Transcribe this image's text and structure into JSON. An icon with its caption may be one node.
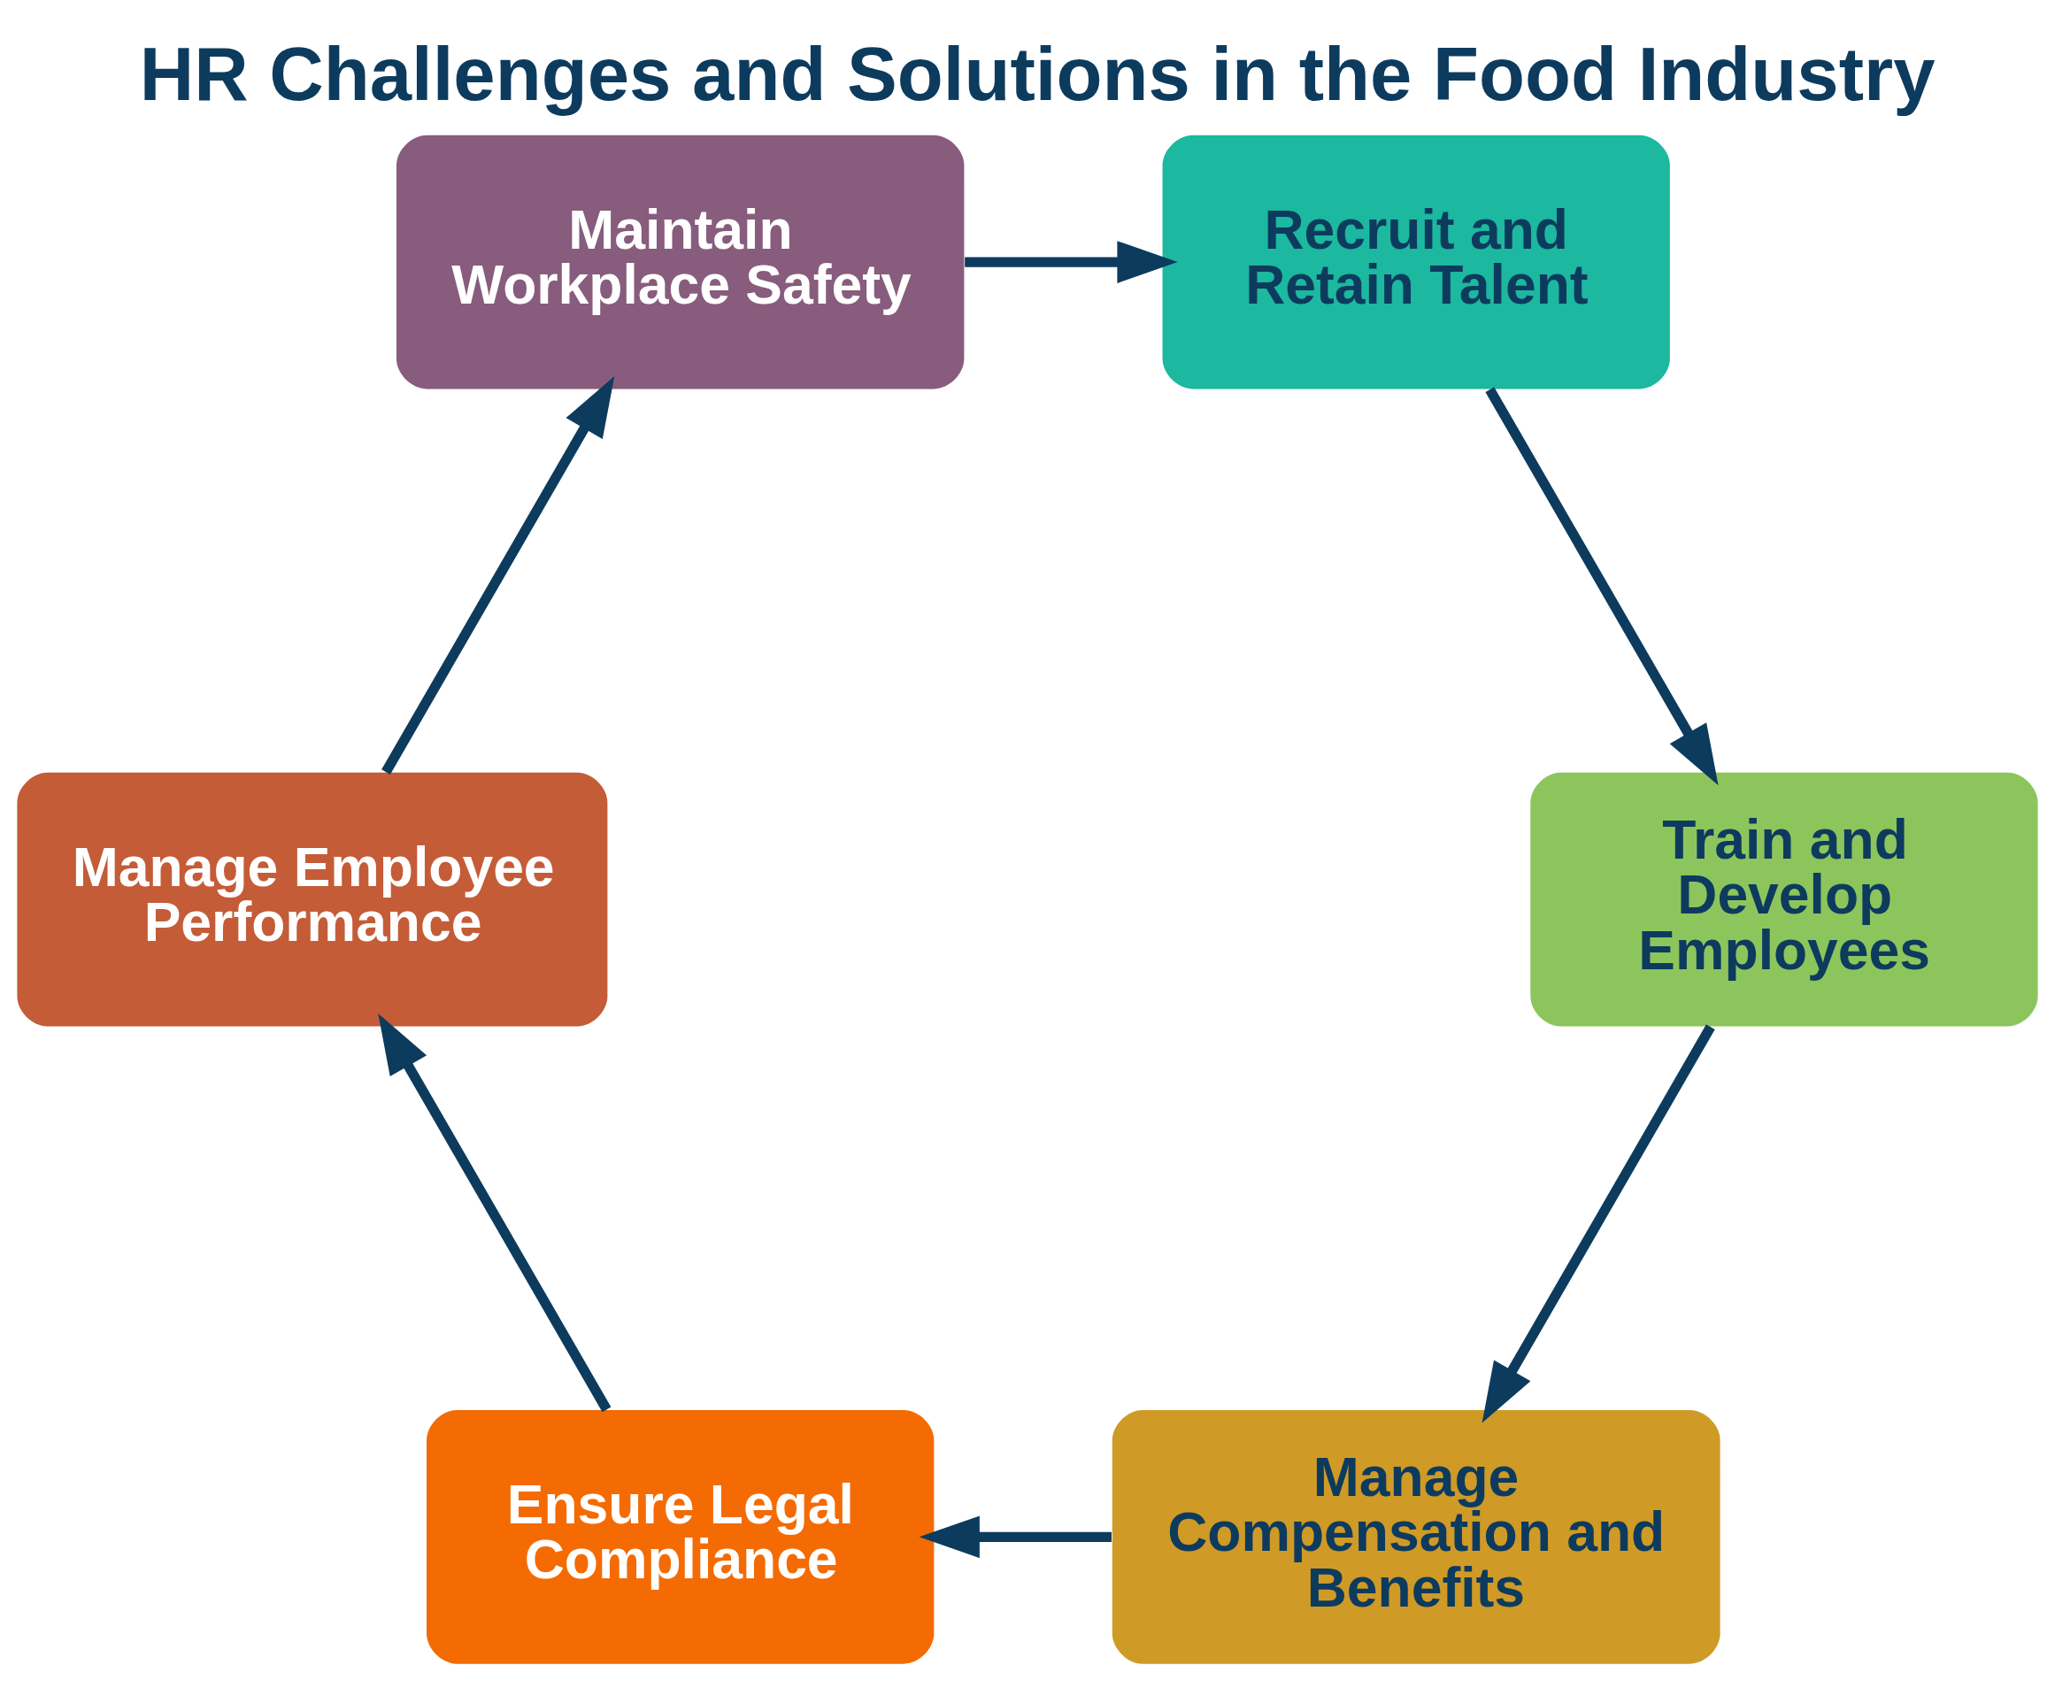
{
  "diagram": {
    "title": "HR Challenges and Solutions in the Food Industry",
    "nodes": [
      {
        "text": [
          "Maintain Workplace Safety"
        ]
      },
      {
        "text": [
          "Recruit and Retain Talent"
        ]
      },
      {
        "text": [
          "Manage Employee Performance"
        ]
      },
      {
        "text": [
          "Train and Develop Employees"
        ]
      },
      {
        "text": [
          "Ensure Legal Compliance"
        ]
      },
      {
        "text": [
          "Manage Compensation and Benefits"
        ]
      }
    ],
    "edges": [
      {
        "from": 1,
        "to": 3,
        "arrow": "to"
      },
      {
        "from": 3,
        "to": 5,
        "arrow": "to"
      },
      {
        "from": 5,
        "to": 4,
        "arrow": "to"
      },
      {
        "from": 4,
        "to": 2,
        "arrow": "to"
      },
      {
        "from": 2,
        "to": 0,
        "arrow": "to"
      },
      {
        "from": 0,
        "to": 1,
        "arrow": "to"
      }
    ]
  }
}
